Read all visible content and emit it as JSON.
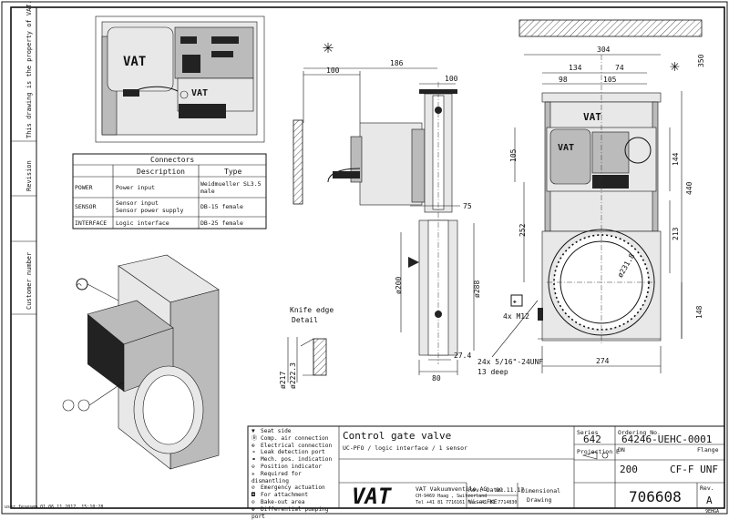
{
  "side_bar": {
    "ownership_note": "This drawing is the property of VAT.",
    "revision_label": "Revision",
    "customer_label": "Customer number",
    "user_stamp": "user fesesem 01.06.11.2017, 15:10:28"
  },
  "connectors_table": {
    "title": "Connectors",
    "headers": [
      "",
      "Description",
      "Type"
    ],
    "rows": [
      {
        "name": "POWER",
        "description": "Power input",
        "type": "Weidmueller SL3.5 male"
      },
      {
        "name": "SENSOR",
        "description": "Sensor input\nSensor power supply",
        "type": "DB-15 female"
      },
      {
        "name": "INTERFACE",
        "description": "Logic interface",
        "type": "DB-25 female"
      }
    ]
  },
  "dimensions": {
    "top_100": "100",
    "top_186": "186",
    "top_304": "304",
    "top_134": "134",
    "top_74": "74",
    "top_98": "98",
    "top_105": "105",
    "top_350": "350",
    "side_100": "100",
    "side_105": "105",
    "side_144": "144",
    "side_440": "440",
    "side_252": "252",
    "side_213": "213",
    "side_148": "148",
    "dia_200": "ø200",
    "dia_288": "ø288",
    "dia_231": "ø231.8",
    "dim_75": "75",
    "dim_27_4": "27.4",
    "dim_80": "80",
    "dim_274": "274",
    "dia_217": "ø217",
    "dia_222": "ø222.3",
    "m12_label": "4x M12",
    "thread_1": "24x 5/16\"-24UNF",
    "thread_2": "13 deep"
  },
  "knife_edge": {
    "line1": "Knife edge",
    "line2": "Detail"
  },
  "legend": [
    {
      "symbol": "▼",
      "text": "Seat side"
    },
    {
      "symbol": "Ⓡ",
      "text": "Comp. air connection"
    },
    {
      "symbol": "⊕",
      "text": "Electrical connection"
    },
    {
      "symbol": "⚬",
      "text": "Leak detection port"
    },
    {
      "symbol": "⚭",
      "text": "Mech. pos. indication"
    },
    {
      "symbol": "⊖",
      "text": "Position indicator"
    },
    {
      "symbol": "✳",
      "text": "Required for dismantling"
    },
    {
      "symbol": "⊘",
      "text": "Emergency actuation"
    },
    {
      "symbol": "◘",
      "text": "For attachment"
    },
    {
      "symbol": "⊙",
      "text": "Bake-out area"
    },
    {
      "symbol": "⊛",
      "text": "Differential pumping port"
    }
  ],
  "title_block": {
    "title": "Control gate valve",
    "subtitle": "UC-PFO / logic interface / 1 sensor",
    "company": "VAT Vakuumventile AG",
    "address": "CH-9469 Haag , Switzerland",
    "phone": "Tel +41 81 7716161 Fax +41 81 7714830",
    "rev_date_label": "Rev.-Date:",
    "rev_date": "09.11.17",
    "visa_label": "Visa:",
    "visa": "FKE",
    "doc_type_1": "Dimensional",
    "doc_type_2": "Drawing",
    "series_label": "Series",
    "series": "642",
    "ordering_label": "Ordering No.",
    "ordering": "64246-UEHC-0001",
    "projection_label": "Projection E",
    "dn_label": "DN",
    "flange_label": "Flange",
    "dn": "200",
    "flange": "CF-F  UNF",
    "doc_number": "706608",
    "rev_label": "Rev.",
    "rev": "A",
    "page_code": "9EHGA"
  },
  "logo_text": "VAT"
}
